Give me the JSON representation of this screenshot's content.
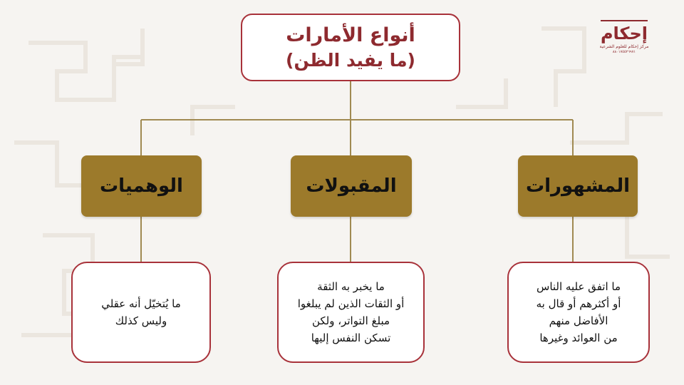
{
  "title": {
    "line1": "أنواع الأمارات",
    "line2": "(ما يفيد الظن)"
  },
  "categories": [
    {
      "label": "المشهورات",
      "description": [
        "ما اتفق عليه الناس",
        "أو أكثرهم أو قال به",
        "الأفاضل منهم",
        "من العوائد وغيرها"
      ]
    },
    {
      "label": "المقبولات",
      "description": [
        "ما يخبر به الثقة",
        "أو الثقات الذين لم يبلغوا",
        "مبلغ التواتر، ولكن",
        "تسكن النفس إليها"
      ]
    },
    {
      "label": "الوهميات",
      "description": [
        "ما يُتخيّل أنه عقلي",
        "وليس كذلك"
      ]
    }
  ],
  "logo": {
    "word": "إحكام",
    "subtitle": "مركز إحكام للعلوم الشرعية",
    "number": "٨٨٠١٧٥٥٢٦٩٧١"
  },
  "colors": {
    "accent_red": "#8e2a2f",
    "box_gold": "#9c7a2b",
    "connector": "#a08a52",
    "background": "#f6f4f1"
  }
}
